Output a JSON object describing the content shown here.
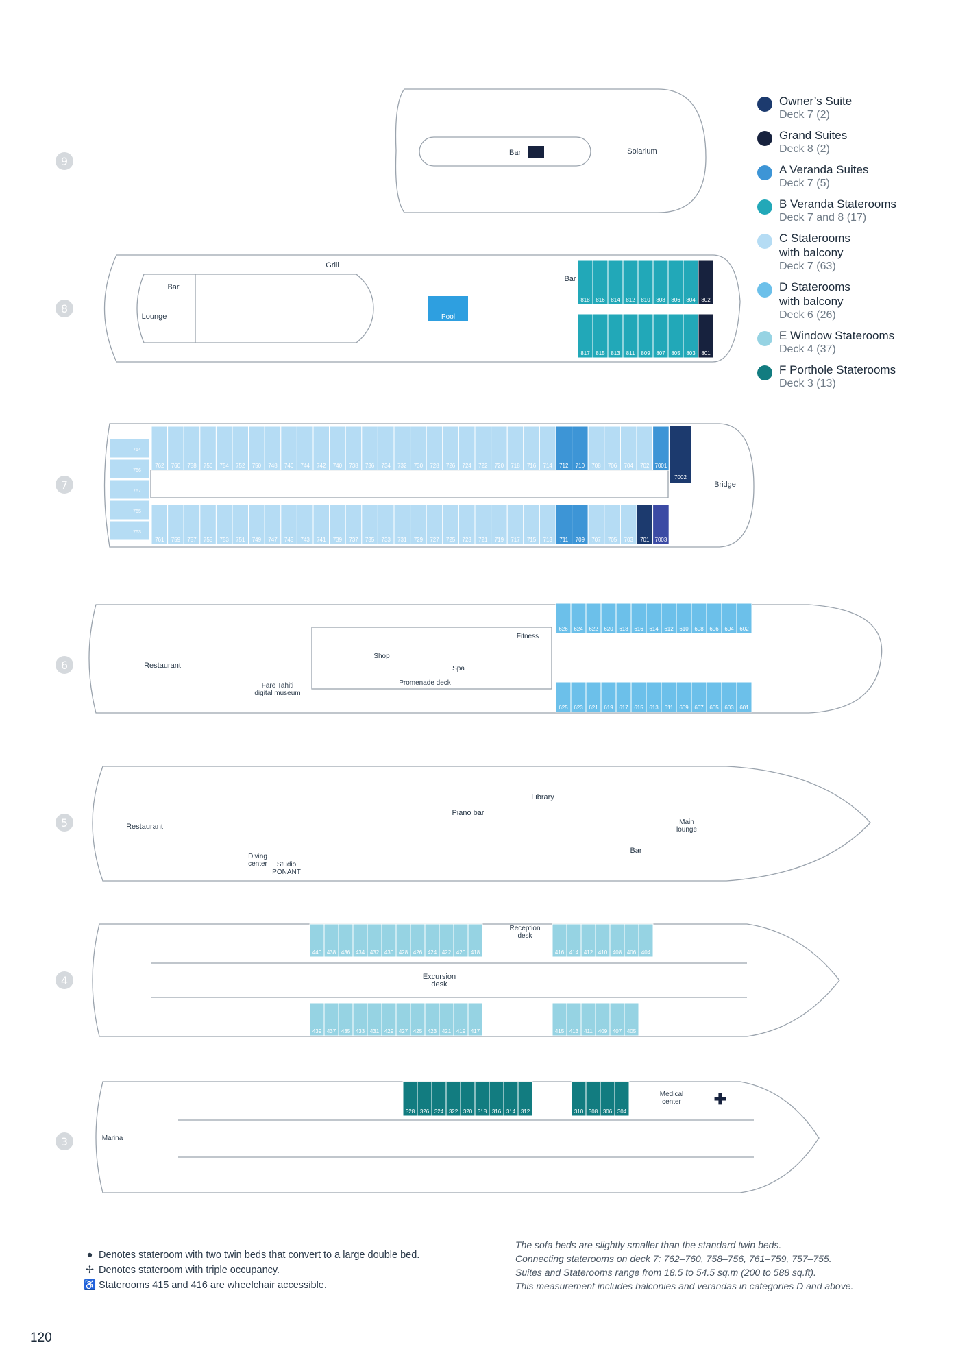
{
  "legend": [
    {
      "name": "Owner’s Suite",
      "deck": "Deck 7 (2)",
      "color": "#1c3a6e"
    },
    {
      "name": "Grand Suites",
      "deck": "Deck 8 (2)",
      "color": "#17223e"
    },
    {
      "name": "A Veranda Suites",
      "deck": "Deck 7 (5)",
      "color": "#3d95d6"
    },
    {
      "name": "B Veranda Staterooms",
      "deck": "Deck 7 and 8 (17)",
      "color": "#22a8b8"
    },
    {
      "name": "C Staterooms with balcony",
      "deck": "Deck 7 (63)",
      "color": "#b5dcf4"
    },
    {
      "name": "D Staterooms with balcony",
      "deck": "Deck 6 (26)",
      "color": "#6cc0ea"
    },
    {
      "name": "E Window Staterooms",
      "deck": "Deck 4 (37)",
      "color": "#96d3e3"
    },
    {
      "name": "F Porthole Staterooms",
      "deck": "Deck 3 (13)",
      "color": "#127c80"
    }
  ],
  "decks": {
    "d9": {
      "number": "9",
      "labels": {
        "bar": "Bar",
        "solarium": "Solarium"
      }
    },
    "d8": {
      "number": "8",
      "labels": {
        "grill": "Grill",
        "bar_aft": "Bar",
        "lounge": "Lounge",
        "pool": "Pool",
        "bar_fwd": "Bar"
      },
      "top": [
        "818",
        "816",
        "814",
        "812",
        "810",
        "808",
        "806",
        "804",
        "802"
      ],
      "bottom": [
        "817",
        "815",
        "813",
        "811",
        "809",
        "807",
        "805",
        "803",
        "801"
      ]
    },
    "d7": {
      "number": "7",
      "labels": {
        "bridge": "Bridge"
      },
      "aft": [
        "764",
        "766",
        "767",
        "765",
        "763"
      ],
      "top": [
        "762",
        "760",
        "758",
        "756",
        "754",
        "752",
        "750",
        "748",
        "746",
        "744",
        "742",
        "740",
        "738",
        "736",
        "734",
        "732",
        "730",
        "728",
        "726",
        "724",
        "722",
        "720",
        "718",
        "716",
        "714",
        "712",
        "710",
        "708",
        "706",
        "704",
        "702",
        "7001"
      ],
      "bottom": [
        "761",
        "759",
        "757",
        "755",
        "753",
        "751",
        "749",
        "747",
        "745",
        "743",
        "741",
        "739",
        "737",
        "735",
        "733",
        "731",
        "729",
        "727",
        "725",
        "723",
        "721",
        "719",
        "717",
        "715",
        "713",
        "711",
        "709",
        "707",
        "705",
        "703",
        "701",
        "7003"
      ],
      "owner": "7002"
    },
    "d6": {
      "number": "6",
      "labels": {
        "restaurant": "Restaurant",
        "fare_tahiti": "Fare Tahiti",
        "museum": "digital museum",
        "shop": "Shop",
        "spa": "Spa",
        "fitness": "Fitness",
        "promenade": "Promenade deck"
      },
      "top": [
        "626",
        "624",
        "622",
        "620",
        "618",
        "616",
        "614",
        "612",
        "610",
        "608",
        "606",
        "604",
        "602"
      ],
      "bottom": [
        "625",
        "623",
        "621",
        "619",
        "617",
        "615",
        "613",
        "611",
        "609",
        "607",
        "605",
        "603",
        "601"
      ]
    },
    "d5": {
      "number": "5",
      "labels": {
        "restaurant": "Restaurant",
        "diving1": "Diving",
        "diving2": "center",
        "studio1": "Studio",
        "studio2": "PONANT",
        "piano": "Piano bar",
        "library": "Library",
        "bar": "Bar",
        "main1": "Main",
        "main2": "lounge"
      }
    },
    "d4": {
      "number": "4",
      "labels": {
        "reception1": "Reception",
        "reception2": "desk",
        "excursion1": "Excursion",
        "excursion2": "desk"
      },
      "top": [
        "440",
        "438",
        "436",
        "434",
        "432",
        "430",
        "428",
        "426",
        "424",
        "422",
        "420",
        "418"
      ],
      "bottom": [
        "439",
        "437",
        "435",
        "433",
        "431",
        "429",
        "427",
        "425",
        "423",
        "421",
        "419",
        "417"
      ],
      "fwd_top": [
        "416",
        "414",
        "412",
        "410",
        "408",
        "406",
        "404"
      ],
      "fwd_bottom": [
        "415",
        "413",
        "411",
        "409",
        "407",
        "405"
      ]
    },
    "d3": {
      "number": "3",
      "labels": {
        "marina": "Marina",
        "medical1": "Medical",
        "medical2": "center"
      },
      "block1": [
        "328",
        "326",
        "324",
        "322",
        "320",
        "318",
        "316",
        "314",
        "312"
      ],
      "block2": [
        "310",
        "308",
        "306",
        "304"
      ]
    }
  },
  "notes_left": [
    {
      "symbol": "●",
      "text": "Denotes stateroom with two twin beds that convert to a large double bed."
    },
    {
      "symbol": "✢",
      "text": "Denotes stateroom with triple occupancy."
    },
    {
      "symbol": "♿",
      "text": "Staterooms 415 and 416 are wheelchair accessible."
    }
  ],
  "notes_right": [
    "The sofa beds are slightly smaller than the standard twin beds.",
    "Connecting staterooms on deck 7: 762–760, 758–756, 761–759, 757–755.",
    "Suites and Staterooms range from 18.5 to 54.5 sq.m (200 to 588 sq.ft).",
    "This measurement includes balconies and verandas in categories D and above."
  ],
  "page_number": "120"
}
